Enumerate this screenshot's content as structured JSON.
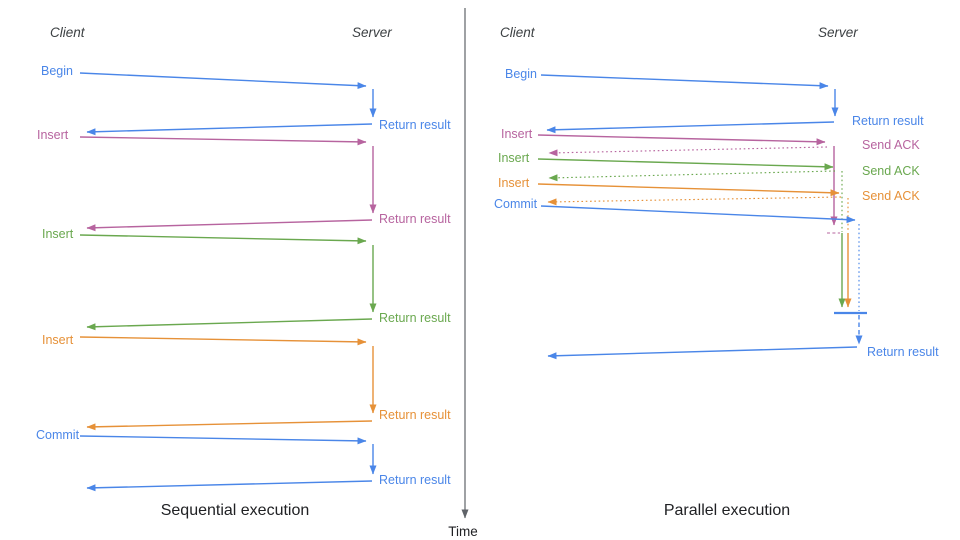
{
  "colors": {
    "blue": "#4a86e8",
    "pink": "#b7649f",
    "green": "#6aa84f",
    "orange": "#e69138",
    "header_ink": "#3c4043",
    "title_ink": "#202124",
    "axis_ink": "#5f6368"
  },
  "time_axis": {
    "label": "Time"
  },
  "left_panel": {
    "title": "Sequential execution",
    "client_header": "Client",
    "server_header": "Server",
    "messages": [
      {
        "label": "Begin",
        "color": "blue",
        "result_label": "Return result"
      },
      {
        "label": "Insert",
        "color": "pink",
        "result_label": "Return result"
      },
      {
        "label": "Insert",
        "color": "green",
        "result_label": "Return result"
      },
      {
        "label": "Insert",
        "color": "orange",
        "result_label": "Return result"
      },
      {
        "label": "Commit",
        "color": "blue",
        "result_label": "Return result"
      }
    ]
  },
  "right_panel": {
    "title": "Parallel execution",
    "client_header": "Client",
    "server_header": "Server",
    "messages": [
      {
        "label": "Begin",
        "color": "blue",
        "result_label": "Return result"
      },
      {
        "label": "Insert",
        "color": "pink",
        "ack_label": "Send ACK"
      },
      {
        "label": "Insert",
        "color": "green",
        "ack_label": "Send ACK"
      },
      {
        "label": "Insert",
        "color": "orange",
        "ack_label": "Send ACK"
      },
      {
        "label": "Commit",
        "color": "blue",
        "result_label": "Return result"
      }
    ]
  }
}
